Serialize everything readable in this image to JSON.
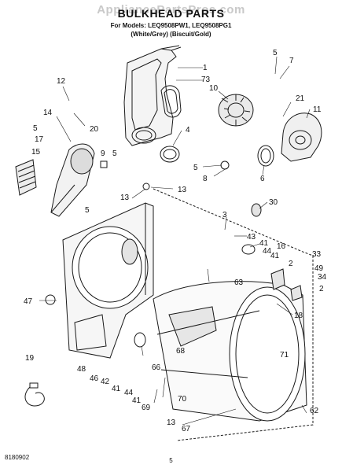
{
  "watermark": "AppliancePartsPros.com",
  "title": "BULKHEAD PARTS",
  "models_line": "For Models: LEQ9508PW1, LEQ9508PG1",
  "colors_line": "(White/Grey)   (Biscuit/Gold)",
  "part_number": "8180902",
  "page_number": "5",
  "callouts": [
    {
      "id": "c1",
      "text": "1"
    },
    {
      "id": "c73",
      "text": "73"
    },
    {
      "id": "c5a",
      "text": "5"
    },
    {
      "id": "c7",
      "text": "7"
    },
    {
      "id": "c10",
      "text": "10"
    },
    {
      "id": "c12",
      "text": "12"
    },
    {
      "id": "c20",
      "text": "20"
    },
    {
      "id": "c21",
      "text": "21"
    },
    {
      "id": "c11",
      "text": "11"
    },
    {
      "id": "c14",
      "text": "14"
    },
    {
      "id": "c5b",
      "text": "5"
    },
    {
      "id": "c17",
      "text": "17"
    },
    {
      "id": "c15",
      "text": "15"
    },
    {
      "id": "c9",
      "text": "9"
    },
    {
      "id": "c5c",
      "text": "5"
    },
    {
      "id": "c4",
      "text": "4"
    },
    {
      "id": "c5d",
      "text": "5"
    },
    {
      "id": "c8",
      "text": "8"
    },
    {
      "id": "c6",
      "text": "6"
    },
    {
      "id": "c13a",
      "text": "13"
    },
    {
      "id": "c13b",
      "text": "13"
    },
    {
      "id": "c5e",
      "text": "5"
    },
    {
      "id": "c30",
      "text": "30"
    },
    {
      "id": "c3",
      "text": "3"
    },
    {
      "id": "c43",
      "text": "43"
    },
    {
      "id": "c41a",
      "text": "41"
    },
    {
      "id": "c16",
      "text": "16"
    },
    {
      "id": "c44a",
      "text": "44"
    },
    {
      "id": "c41b",
      "text": "41"
    },
    {
      "id": "c33",
      "text": "33"
    },
    {
      "id": "c2a",
      "text": "2"
    },
    {
      "id": "c49",
      "text": "49"
    },
    {
      "id": "c34",
      "text": "34"
    },
    {
      "id": "c2b",
      "text": "2"
    },
    {
      "id": "c63",
      "text": "63"
    },
    {
      "id": "c47",
      "text": "47"
    },
    {
      "id": "c18",
      "text": "18"
    },
    {
      "id": "c68",
      "text": "68"
    },
    {
      "id": "c71",
      "text": "71"
    },
    {
      "id": "c19",
      "text": "19"
    },
    {
      "id": "c48",
      "text": "48"
    },
    {
      "id": "c46",
      "text": "46"
    },
    {
      "id": "c42",
      "text": "42"
    },
    {
      "id": "c41c",
      "text": "41"
    },
    {
      "id": "c44b",
      "text": "44"
    },
    {
      "id": "c66",
      "text": "66"
    },
    {
      "id": "c41d",
      "text": "41"
    },
    {
      "id": "c70",
      "text": "70"
    },
    {
      "id": "c69",
      "text": "69"
    },
    {
      "id": "c13c",
      "text": "13"
    },
    {
      "id": "c67",
      "text": "67"
    },
    {
      "id": "c62",
      "text": "62"
    }
  ]
}
